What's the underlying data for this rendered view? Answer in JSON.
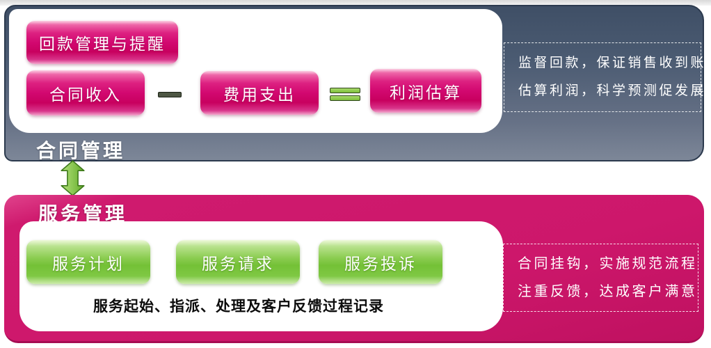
{
  "contract_section": {
    "title": "合同管理",
    "buttons": {
      "payment_label": "回款管理与提醒",
      "income_label": "合同收入",
      "expense_label": "费用支出",
      "profit_label": "利润估算"
    },
    "note_lines": [
      "监督回款，保证销售收到账",
      "估算利润，科学预测促发展"
    ]
  },
  "service_section": {
    "title": "服务管理",
    "buttons": [
      "服务计划",
      "服务请求",
      "服务投诉"
    ],
    "caption": "服务起始、指派、处理及客户反馈过程记录",
    "note_lines": [
      "合同挂钩，实施规范流程",
      "注重反馈，达成客户满意"
    ]
  },
  "icons": {
    "minus": "minus-operator",
    "equals": "equals-operator",
    "connector": "double-headed-vertical-arrow"
  },
  "colors": {
    "contract_panel_top": "#46566c",
    "contract_panel_bottom": "#7d8798",
    "service_panel": "#cd176b",
    "pink_button": "#d20870",
    "green_button": "#7cc540",
    "arrow_green": "#8cc63e",
    "note_text": "#ffffff",
    "caption_text": "#0c0c0c"
  }
}
